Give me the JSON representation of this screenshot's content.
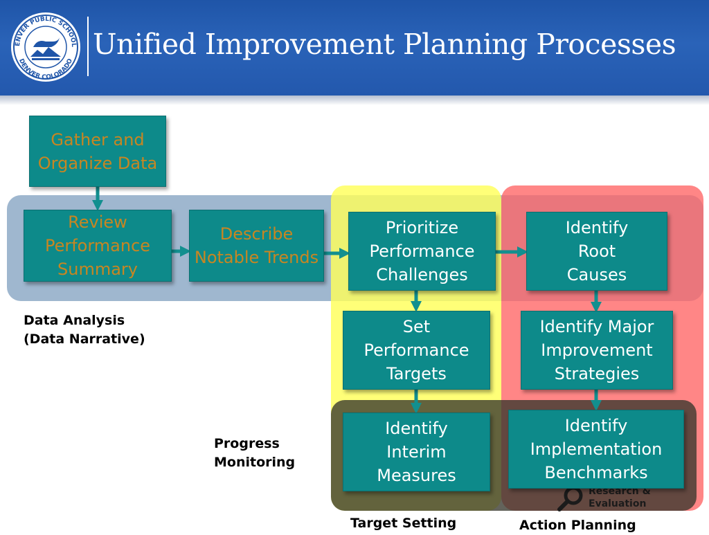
{
  "title": "Unified Improvement Planning Processes",
  "logo": {
    "text_top": "DENVER PUBLIC SCHOOLS",
    "text_bottom": "DENVER COLORADO",
    "icon": "lamp-of-knowledge-seal"
  },
  "boxes": {
    "gather": "Gather and Organize Data",
    "review": "Review Performance Summary",
    "describe": "Describe Notable Trends",
    "prioritize": "Prioritize Performance Challenges",
    "root_causes": "Identify Root Causes",
    "set_targets": "Set Performance Targets",
    "major_strategies": "Identify Major Improvement Strategies",
    "interim": "Identify Interim Measures",
    "benchmarks": "Identify Implementation Benchmarks"
  },
  "labels": {
    "data_analysis_line1": "Data Analysis",
    "data_analysis_line2": "(Data Narrative)",
    "progress_line1": "Progress",
    "progress_line2": "Monitoring",
    "target_setting": "Target Setting",
    "action_planning": "Action Planning"
  },
  "watermark": {
    "line1": "Research &",
    "line2": "Evaluation"
  },
  "colors": {
    "header_blue": "#2358ad",
    "box_teal": "#0d8a8a",
    "arrow_teal": "#128f8f",
    "data_analysis_band": "#9fb7cf",
    "target_setting_band": "#ffff66",
    "action_planning_band": "#ff7a7a",
    "progress_band": "#4a4a3f",
    "dim_text": "#c78622"
  }
}
